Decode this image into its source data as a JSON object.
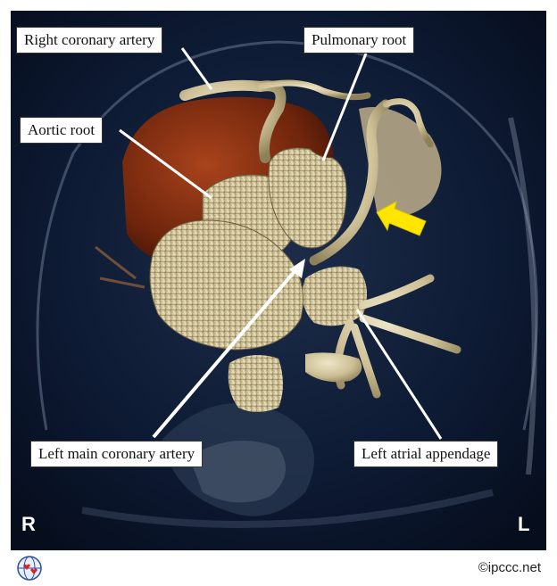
{
  "labels": {
    "right_coronary_artery": "Right coronary artery",
    "pulmonary_root": "Pulmonary root",
    "aortic_root": "Aortic root",
    "left_main_coronary_artery": "Left main coronary artery",
    "left_atrial_appendage": "Left atrial appendage"
  },
  "orientation": {
    "right": "R",
    "left": "L"
  },
  "footer": {
    "copyright": "©ipccc.net",
    "logo_icon": "ipccc-globe-logo-icon"
  },
  "colors": {
    "background": "#0a1730",
    "vessel": "#cdbf95",
    "myocardium": "#7a2a10",
    "arrow_highlight": "#ffe600"
  }
}
